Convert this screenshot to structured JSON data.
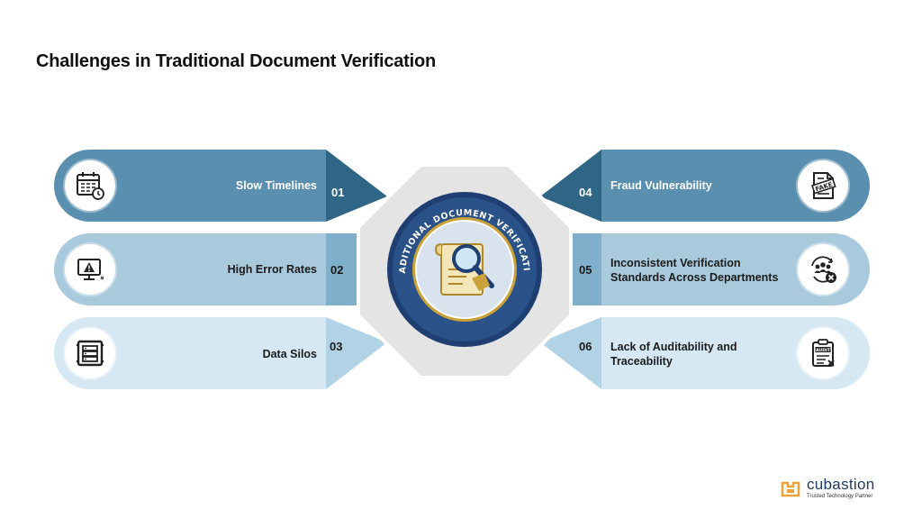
{
  "title": "Challenges in Traditional Document Verification",
  "center": {
    "arc_text": "TRADITIONAL DOCUMENT VERIFICATION",
    "icon": "document-magnifier-icon"
  },
  "items": [
    {
      "num": "01",
      "label": "Slow Timelines",
      "icon": "calendar-clock-icon"
    },
    {
      "num": "02",
      "label": "High Error Rates",
      "icon": "monitor-warning-icon"
    },
    {
      "num": "03",
      "label": "Data Silos",
      "icon": "server-rack-icon"
    },
    {
      "num": "04",
      "label": "Fraud Vulnerability",
      "icon": "fake-document-icon"
    },
    {
      "num": "05",
      "label_line1": "Inconsistent Verification",
      "label_line2": "Standards Across Departments",
      "icon": "people-cycle-icon"
    },
    {
      "num": "06",
      "label_line1": "Lack of Auditability and",
      "label_line2": "Traceability",
      "icon": "audit-clipboard-icon"
    }
  ],
  "brand": {
    "name": "cubastion",
    "tagline": "Trusted Technology Partner"
  },
  "colors": {
    "row1": "#5b8fb0",
    "row1_tab": "#2f6686",
    "row2": "#a9c9dd",
    "row2_tab": "#7fafca",
    "row3": "#d6e8f3",
    "row3_tab": "#b2d2e5",
    "center_bg": "#e6e6e6",
    "emblem_navy": "#1f3f73",
    "gold": "#c9a23a"
  }
}
